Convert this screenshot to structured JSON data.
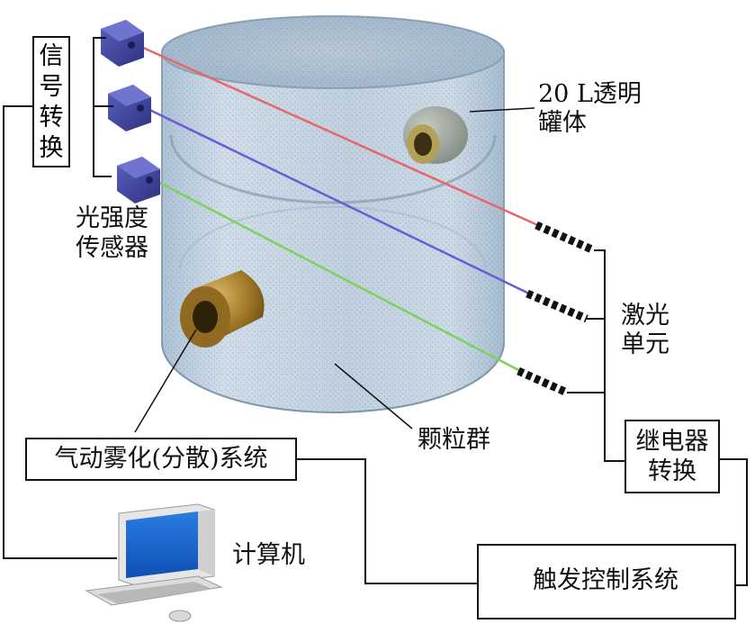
{
  "labels": {
    "signal_conversion": [
      "信",
      "号",
      "转",
      "换"
    ],
    "sensor": [
      "光强度",
      "传感器"
    ],
    "vessel": [
      "20 L透明",
      "罐体"
    ],
    "laser_unit": [
      "激光",
      "单元"
    ],
    "particles": "颗粒群",
    "atomizer": "气动雾化(分散)系统",
    "relay": [
      "继电器",
      "转换"
    ],
    "computer": "计算机",
    "trigger": "触发控制系统"
  },
  "colors": {
    "beam_top": "#e8666a",
    "beam_mid": "#6a5bd6",
    "beam_bottom": "#7bd25a",
    "sensor_block": "#4a4fa8",
    "tank_glass": "#a9c3da",
    "nozzle_gold": "#a07a2a",
    "dot_blue": "#a9cfee",
    "dot_red": "#e0245e"
  }
}
